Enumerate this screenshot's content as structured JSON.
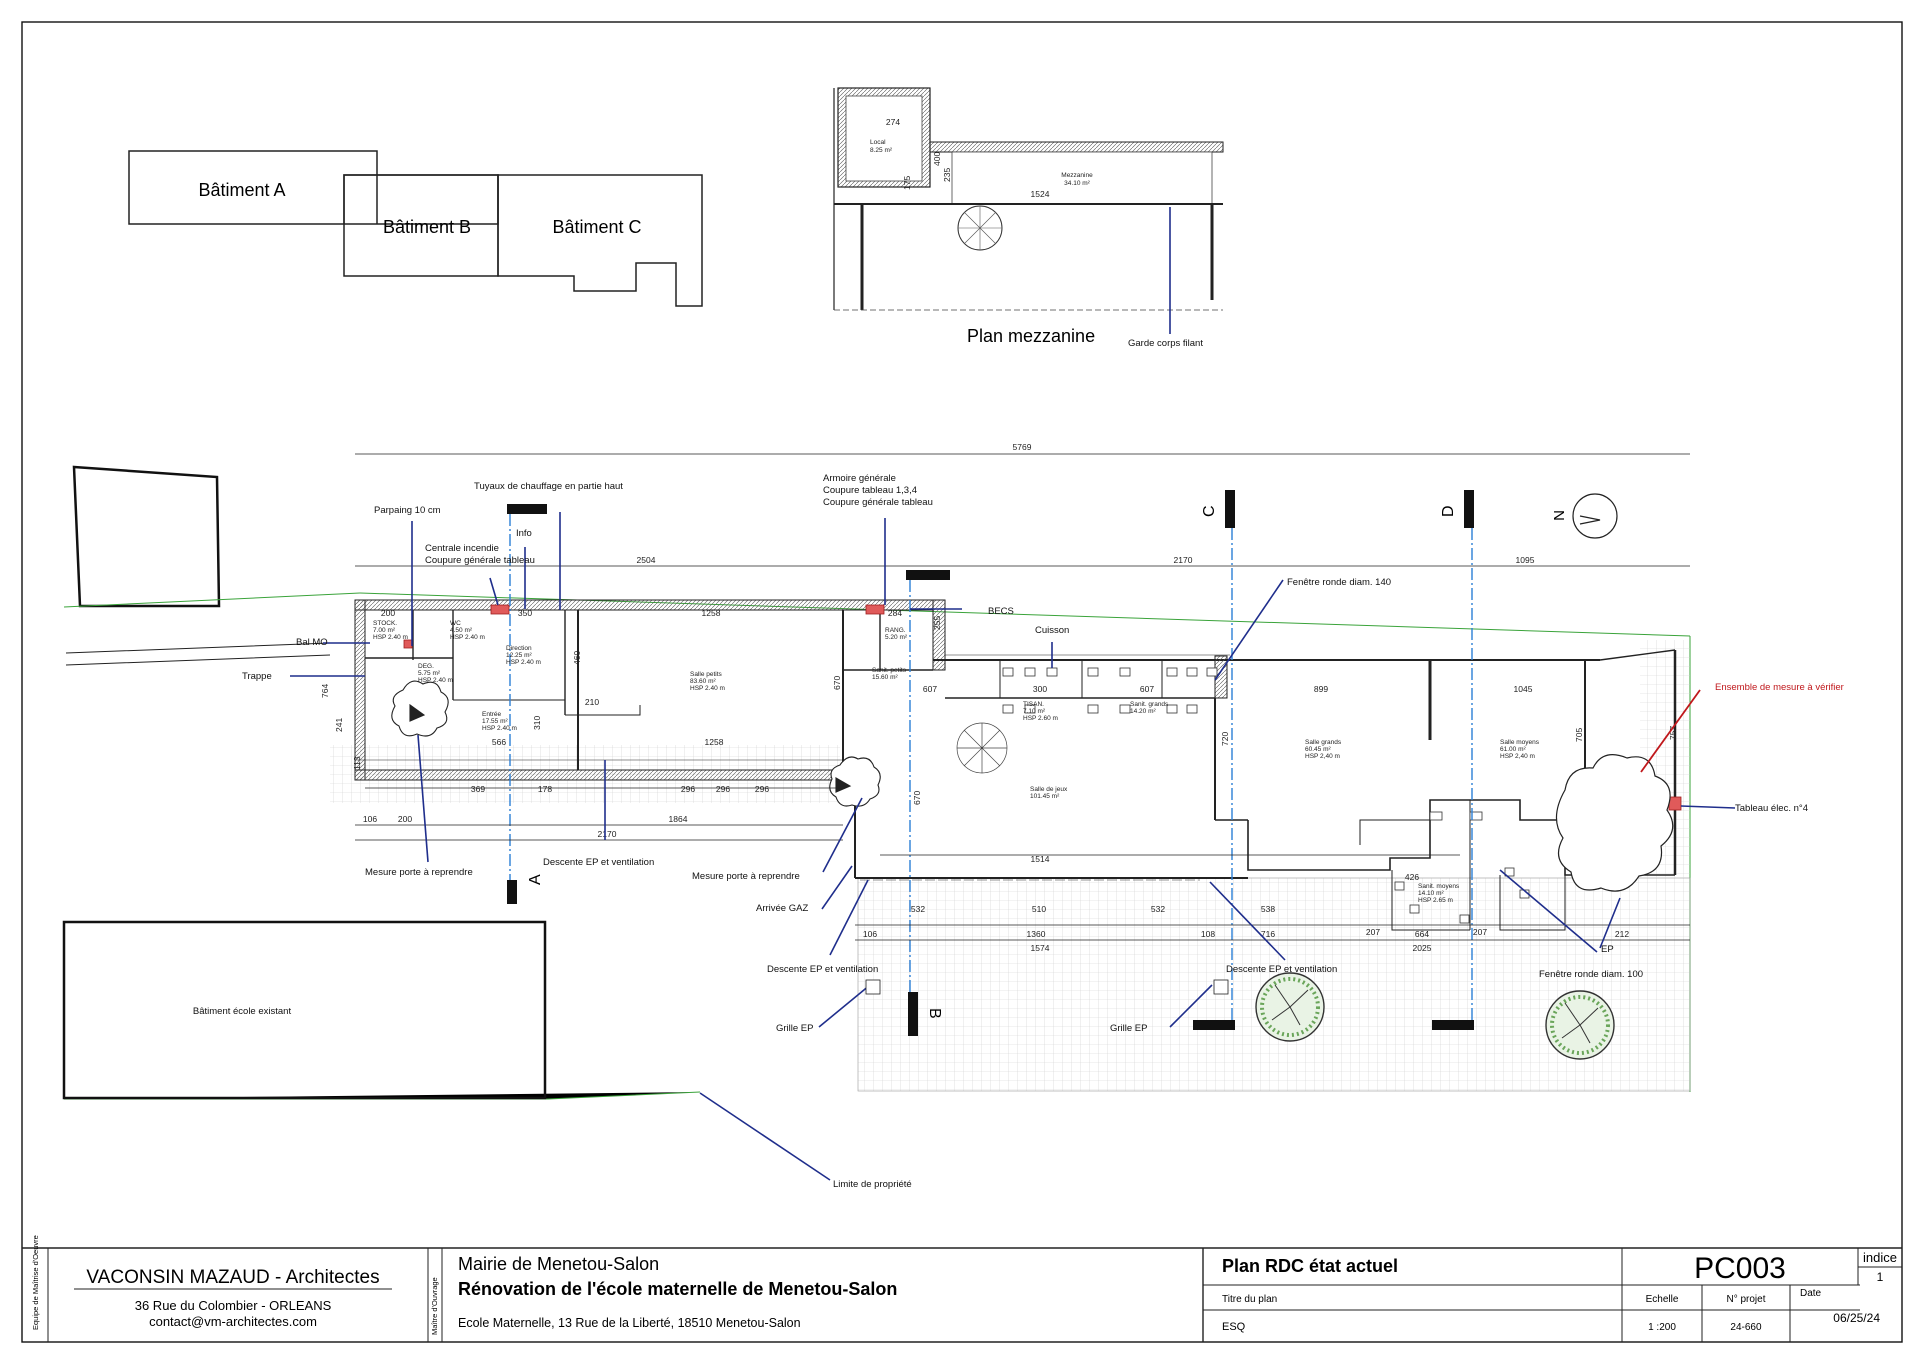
{
  "buildings": {
    "a": "Bâtiment A",
    "b": "Bâtiment B",
    "c": "Bâtiment C",
    "existing": "Bâtiment école existant"
  },
  "mezzanine": {
    "title": "Plan mezzanine",
    "guard": "Garde corps filant",
    "local_name": "Local",
    "local_area": "8.25 m²",
    "room_name": "Mezzanine",
    "room_area": "34.10 m²",
    "dims": [
      "274",
      "175",
      "235",
      "400",
      "1524"
    ]
  },
  "annotations": {
    "tuyaux": "Tuyaux de chauffage en partie haut",
    "armoire_1": "Armoire générale",
    "armoire_2": "Coupure tableau 1,3,4",
    "armoire_3": "Coupure générale tableau",
    "parpaing": "Parpaing 10 cm",
    "info": "Info",
    "centrale_1": "Centrale incendie",
    "centrale_2": "Coupure générale tableau",
    "becs": "BECS",
    "cuisson": "Cuisson",
    "fenetre140": "Fenêtre ronde diam. 140",
    "ensemble": "Ensemble de mesure à vérifier",
    "tableau4": "Tableau élec. n°4",
    "bal": "Bal MO",
    "trappe": "Trappe",
    "mesure_a": "Mesure porte à reprendre",
    "descente_1": "Descente EP et ventilation",
    "mesure_b": "Mesure porte à reprendre",
    "gaz": "Arrivée GAZ",
    "descente_2": "Descente EP et ventilation",
    "descente_3": "Descente EP et ventilation",
    "ep": "EP",
    "fenetre100": "Fenêtre ronde diam. 100",
    "grille_1": "Grille EP",
    "grille_2": "Grille EP",
    "limite": "Limite de propriété"
  },
  "sections": {
    "a": "A",
    "b": "B",
    "c": "C",
    "d": "D",
    "north": "N"
  },
  "rooms": [
    {
      "id": "stock",
      "lines": [
        "STOCK.",
        "7.00 m²",
        "HSP 2.40 m"
      ]
    },
    {
      "id": "wc",
      "lines": [
        "WC",
        "4.50 m²",
        "HSP 2.40 m"
      ]
    },
    {
      "id": "deg",
      "lines": [
        "DEG.",
        "5.75 m²",
        "HSP 2.40 m"
      ]
    },
    {
      "id": "direction",
      "lines": [
        "Direction",
        "12.25 m²",
        "HSP 2.40 m"
      ]
    },
    {
      "id": "entree",
      "lines": [
        "Entrée",
        "17.55 m²",
        "HSP 2.40 m"
      ]
    },
    {
      "id": "salle_petits",
      "lines": [
        "Salle petits",
        "83.60 m²",
        "HSP 2.40 m"
      ]
    },
    {
      "id": "rang",
      "lines": [
        "RANG.",
        "5.20 m²"
      ]
    },
    {
      "id": "sanit_petits",
      "lines": [
        "Sanit. petits",
        "15.60 m²"
      ]
    },
    {
      "id": "tisan",
      "lines": [
        "TISAN.",
        "7.10 m²",
        "HSP 2.60 m"
      ]
    },
    {
      "id": "sanit_grands",
      "lines": [
        "Sanit. grands",
        "14.20 m²"
      ]
    },
    {
      "id": "salle_jeux",
      "lines": [
        "Salle de jeux",
        "101.45 m²"
      ]
    },
    {
      "id": "salle_grands",
      "lines": [
        "Salle grands",
        "60.45 m²",
        "HSP 2,40 m"
      ]
    },
    {
      "id": "salle_moyens",
      "lines": [
        "Salle moyens",
        "61.00 m²",
        "HSP 2,40 m"
      ]
    },
    {
      "id": "sanit_moyens",
      "lines": [
        "Sanit. moyens",
        "14.10 m²",
        "HSP 2.65 m"
      ]
    }
  ],
  "dimensions": {
    "top_total": "5769",
    "top_1": "2504",
    "top_2": "2170",
    "top_3": "1095",
    "d200": "200",
    "d350": "350",
    "d1258": "1258",
    "d284": "284",
    "d255": "255",
    "d607a": "607",
    "d300": "300",
    "d607b": "607",
    "d899": "899",
    "d1045": "1045",
    "d566": "566",
    "d1258b": "1258",
    "d210": "210",
    "d460": "460",
    "d310": "310",
    "d670": "670",
    "d670b": "670",
    "d720": "720",
    "d705": "705",
    "d757": "757",
    "d369": "369",
    "d178": "178",
    "d296a": "296",
    "d296b": "296",
    "d296c": "296",
    "d106a": "106",
    "d200b": "200",
    "d1864": "1864",
    "d2170": "2170",
    "d1514": "1514",
    "d426": "426",
    "d532a": "532",
    "d510": "510",
    "d532b": "532",
    "d538": "538",
    "d106b": "106",
    "d1360": "1360",
    "d108": "108",
    "d716": "716",
    "d664": "664",
    "d207a": "207",
    "d207b": "207",
    "d212": "212",
    "d1574": "1574",
    "d2025": "2025",
    "d113": "113",
    "d241": "241",
    "d764": "764"
  },
  "title_block": {
    "team_label": "Equipe de Maîtrise d'Oeuvre",
    "owner_label": "Maître d'Ouvrage",
    "firm": "VACONSIN MAZAUD - Architectes",
    "address": "36 Rue du Colombier - ORLEANS",
    "contact": "contact@vm-architectes.com",
    "client": "Mairie de Menetou-Salon",
    "project": "Rénovation de l'école maternelle de Menetou-Salon",
    "site": "Ecole Maternelle, 13 Rue de la Liberté, 18510 Menetou-Salon",
    "plan_title": "Plan RDC état actuel",
    "plan_label": "Titre du plan",
    "phase": "ESQ",
    "code": "PC003",
    "indice_label": "indice",
    "indice": "1",
    "scale_label": "Echelle",
    "scale": "1 :200",
    "project_no_label": "N° projet",
    "project_no": "24-660",
    "date_label": "Date",
    "date": "06/25/24"
  },
  "colors": {
    "wall": "#222222",
    "leader": "#1f2e8c",
    "red_leader": "#c0181c",
    "property_line": "#3aa33a",
    "equipment": "#e05a5a",
    "hatch": "#c8c8c8"
  }
}
